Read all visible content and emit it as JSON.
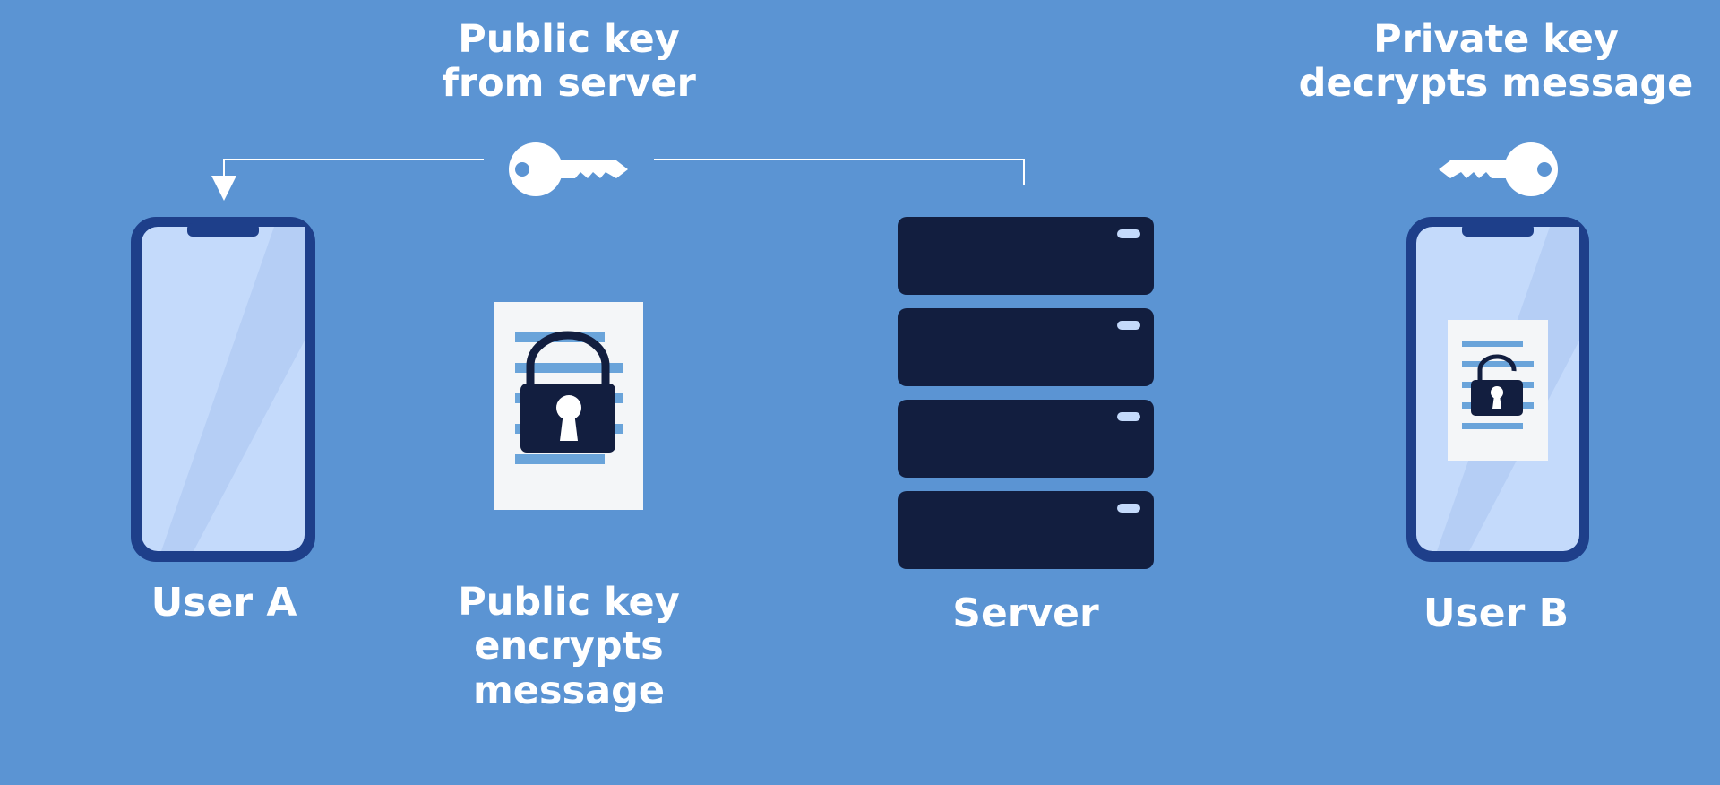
{
  "labels": {
    "public_key_from_server": [
      "Public key",
      "from server"
    ],
    "private_key_decrypts": [
      "Private key",
      "decrypts message"
    ],
    "user_a": "User A",
    "public_key_encrypts": [
      "Public key",
      "encrypts",
      "message"
    ],
    "server": "Server",
    "user_b": "User B"
  },
  "colors": {
    "background": "#5b94d3",
    "phone_frame": "#1e3f8a",
    "phone_screen": "#c4dafb",
    "server_unit": "#121e3f",
    "document_lines": "#6aa4da",
    "key": "#ffffff"
  },
  "icons": [
    "phone-icon",
    "key-icon",
    "locked-padlock-icon",
    "unlocked-padlock-icon",
    "server-icon",
    "document-icon"
  ]
}
